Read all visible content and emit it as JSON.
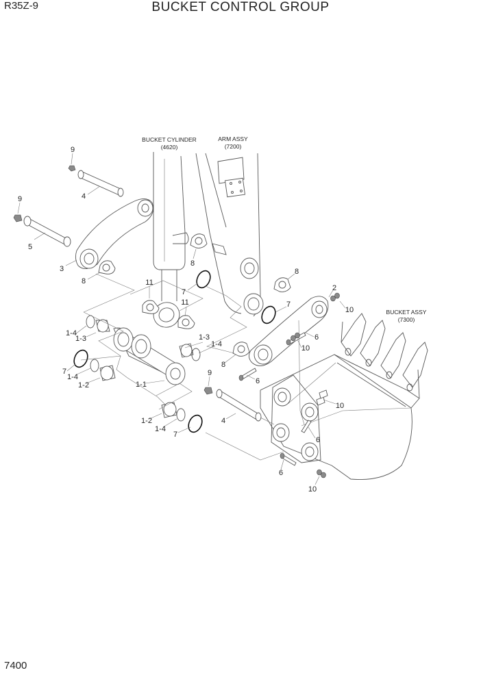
{
  "header": {
    "model": "R35Z-9",
    "title": "BUCKET CONTROL GROUP"
  },
  "footer": {
    "page_number": "7400"
  },
  "sublabels": {
    "bucket_cylinder": {
      "name": "BUCKET CYLINDER",
      "code": "(4620)"
    },
    "arm_assy": {
      "name": "ARM ASSY",
      "code": "(7200)"
    },
    "bucket_assy": {
      "name": "BUCKET ASSY",
      "code": "(7300)"
    }
  },
  "callouts": {
    "n9a": "9",
    "n4a": "4",
    "n9b": "9",
    "n5": "5",
    "n3": "3",
    "n8a": "8",
    "n11a": "11",
    "n11b": "11",
    "n7a": "7",
    "n8b": "8",
    "n8c": "8",
    "n2": "2",
    "n10a": "10",
    "n7b": "7",
    "n6a": "6",
    "n10b": "10",
    "n14a": "1-4",
    "n13a": "1-3",
    "n13b": "1-3",
    "n14b": "1-4",
    "n8d": "8",
    "n7c": "7",
    "n14c": "1-4",
    "n12a": "1-2",
    "n11": "1-1",
    "n9c": "9",
    "n6b": "6",
    "n10c": "10",
    "n12b": "1-2",
    "n4b": "4",
    "n14d": "1-4",
    "n7d": "7",
    "n6c": "6",
    "n6d": "6",
    "n10d": "10"
  }
}
